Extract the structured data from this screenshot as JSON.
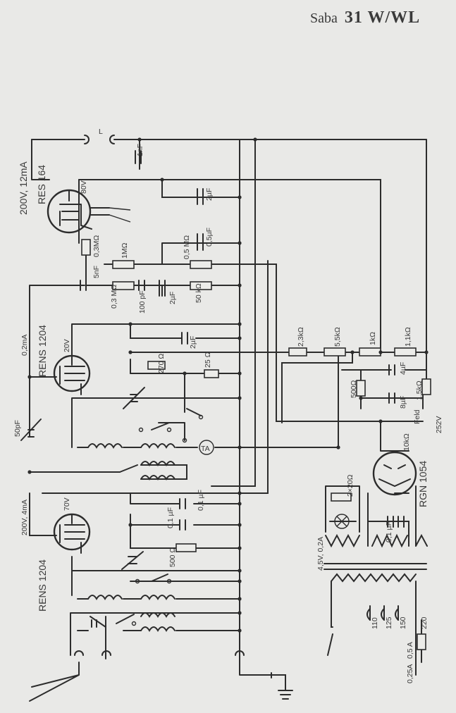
{
  "header": {
    "brand": "Saba",
    "model": "31 W/WL"
  },
  "tubes": [
    {
      "type": "RES 164",
      "operating": "200V, 12mA",
      "grid": "80V"
    },
    {
      "type": "RENS 1204",
      "operating": "0,2mA",
      "grid": "20V"
    },
    {
      "type": "RENS 1204",
      "operating": "200V, 4mA",
      "grid": "70V"
    },
    {
      "type": "RGN 1054",
      "operating": "",
      "grid": ""
    }
  ],
  "labels": {
    "L": "L",
    "cap_1nf": "1nF",
    "cap_2uf_top": "2µF",
    "res_03mo": "0,3MΩ",
    "res_1mo": "1MΩ",
    "res_05mo": "0,5 MΩ",
    "cap_05uf": "0,5µF",
    "cap_5nf": "5nF",
    "res_03mo_b": "0,3 MΩ",
    "cap_100pf": "100 pF",
    "cap_2uf_mid": "2µF",
    "res_50k": "50 kΩ",
    "cap_50pf": "50pF",
    "cap_2uf_b": "2µF",
    "res_270": "270 Ω",
    "res_25": "25 Ω",
    "res_23k": "2,3kΩ",
    "res_55k": "5,5kΩ",
    "res_1k": "1kΩ",
    "res_11k": "1,1kΩ",
    "cap_4uf": "4µF",
    "res_500": "500Ω",
    "res_15k": "1,5kΩ",
    "cap_8uf": "8µF",
    "feld": "Feld",
    "v252": "252V",
    "res_10k": "10kΩ",
    "ta": "TA",
    "res_2x20": "2×20Ω",
    "cap_01uf_a": "0,1 µF",
    "cap_01uf_b": "0,1 µF",
    "cap_01uf_c": "0,1 µF",
    "res_500b": "500 Ω",
    "v45": "4,5V, 0,2A",
    "t110": "110",
    "t125": "125",
    "t150": "150",
    "t220": "220",
    "fuse1": "0,5 A",
    "fuse2": "0,25A"
  }
}
